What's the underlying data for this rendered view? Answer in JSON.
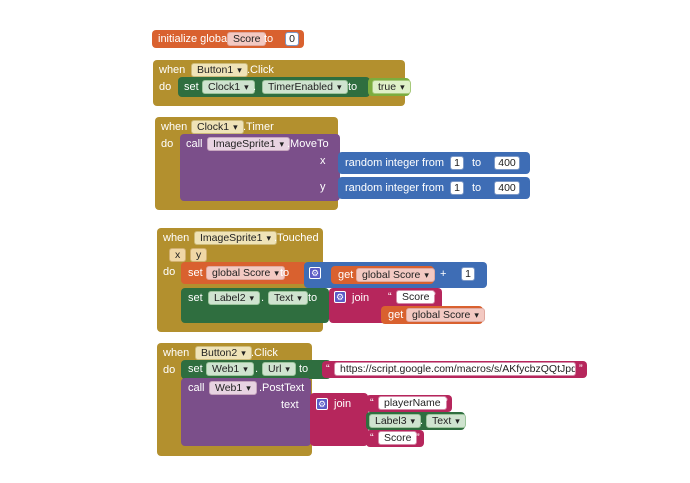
{
  "colors": {
    "variable": "#d9612f",
    "event": "#b3902e",
    "component_set": "#2f6e3f",
    "method": "#7b4f8a",
    "math": "#3e6db5",
    "text": "#b6265c",
    "logic": "#7cad3e"
  },
  "init": {
    "kw": "initialize global",
    "name": "Score",
    "to": "to",
    "value": "0"
  },
  "ev1": {
    "when": "when",
    "component": "Button1",
    "event": ".Click",
    "do": "do",
    "set": "set",
    "target": "Clock1",
    "dot": ".",
    "prop": "TimerEnabled",
    "to": "to",
    "value": "true"
  },
  "ev2": {
    "when": "when",
    "component": "Clock1",
    "event": ".Timer",
    "do": "do",
    "call": "call",
    "target": "ImageSprite1",
    "method": ".MoveTo",
    "x": "x",
    "y": "y",
    "rand1": {
      "label": "random integer from",
      "from": "1",
      "to": "to",
      "max": "400"
    },
    "rand2": {
      "label": "random integer from",
      "from": "1",
      "to": "to",
      "max": "400"
    }
  },
  "ev3": {
    "when": "when",
    "component": "ImageSprite1",
    "event": ".Touched",
    "param_x": "x",
    "param_y": "y",
    "do": "do",
    "set1": "set",
    "var": "global Score",
    "to1": "to",
    "get": "get",
    "get_var": "global Score",
    "plus": "+",
    "inc": "1",
    "set2": "set",
    "label": "Label2",
    "dot": ".",
    "prop": "Text",
    "to2": "to",
    "join": "join",
    "str": "Score",
    "get2": "get",
    "get2_var": "global Score"
  },
  "ev4": {
    "when": "when",
    "component": "Button2",
    "event": ".Click",
    "do": "do",
    "set": "set",
    "target": "Web1",
    "dot": ".",
    "prop": "Url",
    "to": "to",
    "url": "https://script.google.com/macros/s/AKfycbzQQtJpd...",
    "call": "call",
    "call_target": "Web1",
    "method": ".PostText",
    "text_label": "text",
    "join": "join",
    "s1": "playerName",
    "label": "Label3",
    "dot2": ".",
    "prop2": "Text",
    "s3": "Score"
  }
}
